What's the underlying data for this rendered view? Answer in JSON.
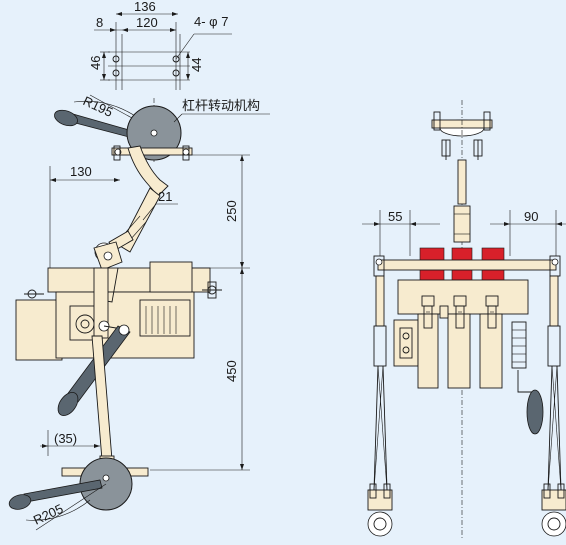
{
  "left_view": {
    "dimensions": {
      "d136": "136",
      "d120": "120",
      "d8": "8",
      "holes": "4- φ 7",
      "d46": "46",
      "d44": "44",
      "r195": "R195",
      "d130": "130",
      "d250": "250",
      "d450": "450",
      "d35": "(35)",
      "r205": "R205"
    },
    "labels": {
      "lever_mechanism": "杠杆转动机构",
      "part_21": "21"
    }
  },
  "right_view": {
    "dimensions": {
      "d55": "55",
      "d90": "90"
    }
  },
  "colors": {
    "background": "#e6f1fb",
    "body": "#f7ebcf",
    "accent_red": "#d8202a",
    "handle_dark": "#5a6670"
  }
}
